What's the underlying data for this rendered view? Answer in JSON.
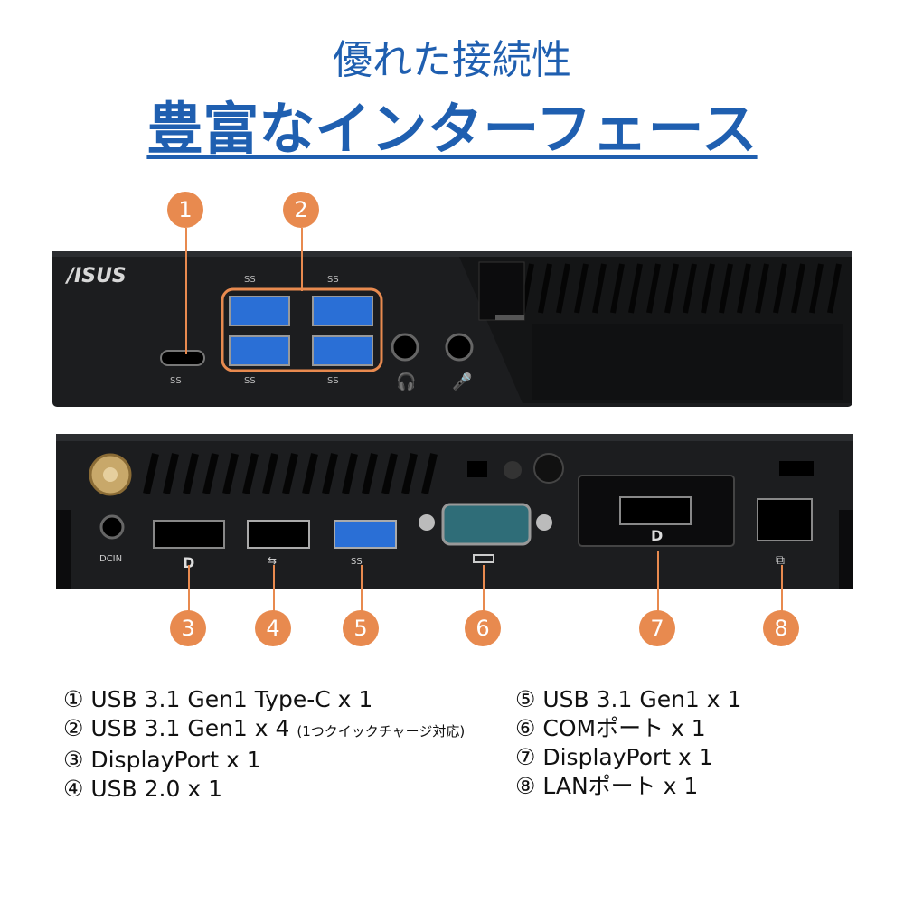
{
  "header": {
    "subtitle": "優れた接続性",
    "title": "豊富なインターフェース"
  },
  "device": {
    "brand_logo": "/ISUS"
  },
  "callouts": [
    "1",
    "2",
    "3",
    "4",
    "5",
    "6",
    "7",
    "8"
  ],
  "port_labels": {
    "usb_ss": "SS",
    "dcin": "DCIN"
  },
  "legend": {
    "left": [
      {
        "text": "① USB 3.1 Gen1 Type-C x 1",
        "note": ""
      },
      {
        "text": "② USB 3.1 Gen1 x 4",
        "note": "(1つクイックチャージ対応)"
      },
      {
        "text": "③ DisplayPort x 1",
        "note": ""
      },
      {
        "text": "④ USB 2.0 x 1",
        "note": ""
      }
    ],
    "right": [
      {
        "text": "⑤ USB 3.1 Gen1 x 1"
      },
      {
        "text": "⑥ COMポート x 1"
      },
      {
        "text": "⑦ DisplayPort x 1"
      },
      {
        "text": "⑧ LANポート x 1"
      }
    ]
  },
  "colors": {
    "accent": "#e88a4f",
    "title_blue": "#1f5fb0",
    "usb3_blue": "#2a6fd6",
    "chassis": "#1c1d1f"
  }
}
